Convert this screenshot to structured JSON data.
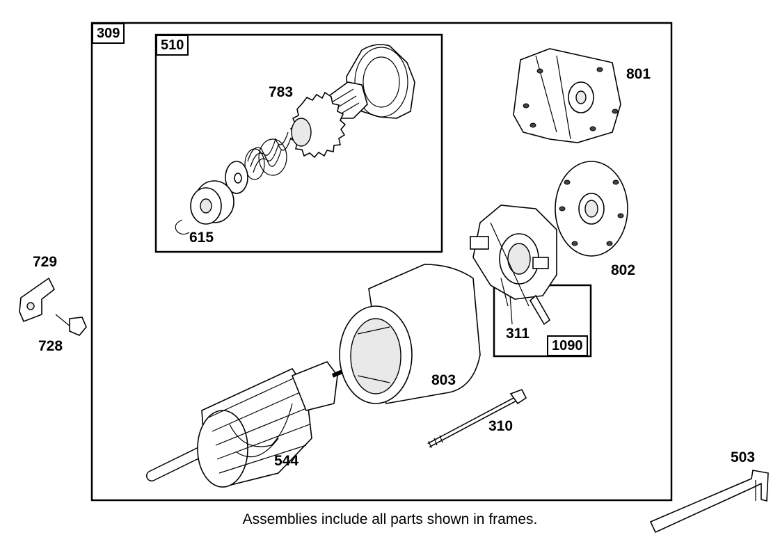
{
  "frames": {
    "main": "309",
    "drive": "510",
    "brush": "1090"
  },
  "parts": {
    "p783": "783",
    "p615": "615",
    "p801": "801",
    "p802": "802",
    "p311": "311",
    "p803": "803",
    "p310": "310",
    "p544": "544",
    "p729": "729",
    "p728": "728",
    "p503": "503"
  },
  "caption": "Assemblies include all parts shown in frames."
}
